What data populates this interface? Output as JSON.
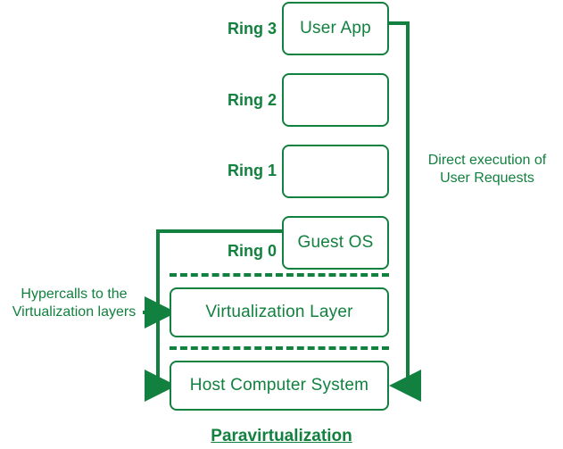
{
  "diagram": {
    "title": "Paravirtualization",
    "accent_color": "#12813f",
    "background_color": "#ffffff",
    "rings": [
      {
        "label": "Ring 3",
        "box_text": "User App"
      },
      {
        "label": "Ring 2",
        "box_text": ""
      },
      {
        "label": "Ring 1",
        "box_text": ""
      },
      {
        "label": "Ring 0",
        "box_text": "Guest OS"
      }
    ],
    "layers": [
      {
        "text": "Virtualization Layer"
      },
      {
        "text": "Host Computer System"
      }
    ],
    "annotations": {
      "right": "Direct execution of\nUser Requests",
      "left": "Hypercalls to the\nVirtualization layers"
    }
  }
}
